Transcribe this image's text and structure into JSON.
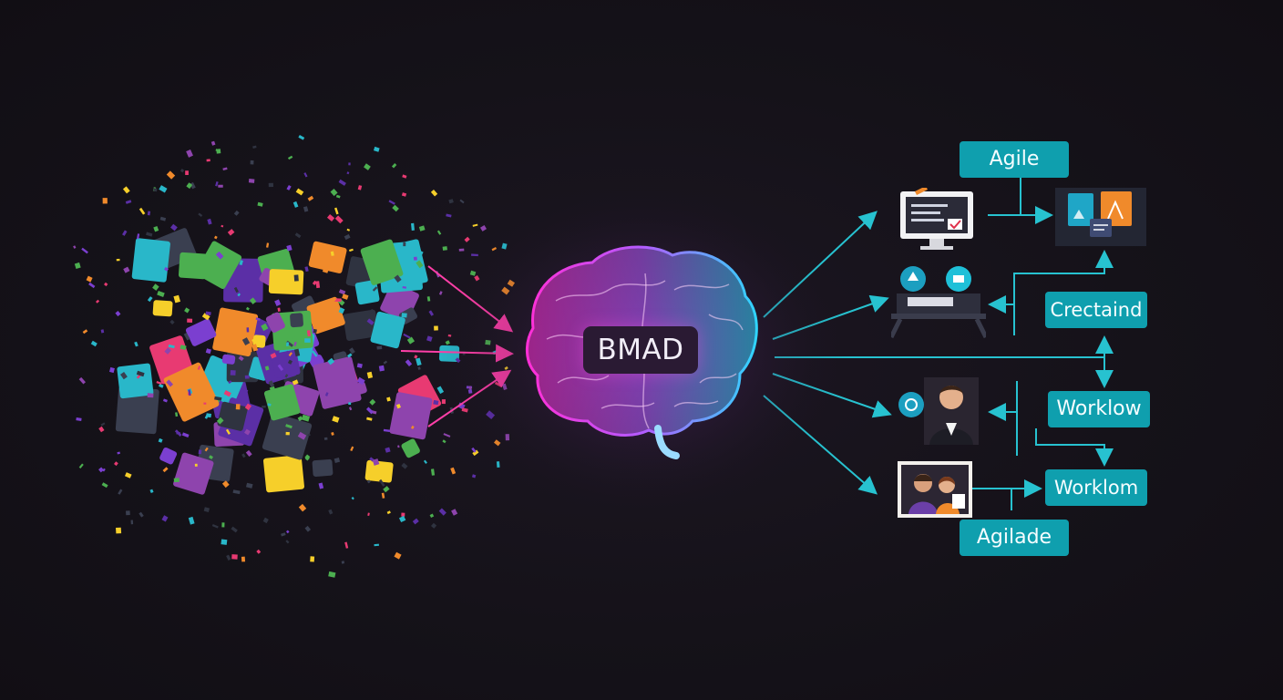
{
  "hub": {
    "label": "BMAD"
  },
  "tags": {
    "agile": "Agile",
    "crectaind": "Crectaind",
    "worklow": "Worklow",
    "worklom": "Worklom",
    "agilade": "Agilade"
  },
  "colors": {
    "teal": "#0f9fae",
    "line": "#27c2d0",
    "magenta": "#ff36d8",
    "cyan": "#2ad8ff",
    "background": "#151219",
    "orange": "#f08a2b",
    "yellow": "#f6cf2a",
    "purple": "#7b3fd0"
  },
  "icons": [
    "monitor-checklist-icon",
    "documents-stack-icon",
    "workstation-icon",
    "person-portrait-icon",
    "team-photo-icon",
    "brain-icon"
  ]
}
